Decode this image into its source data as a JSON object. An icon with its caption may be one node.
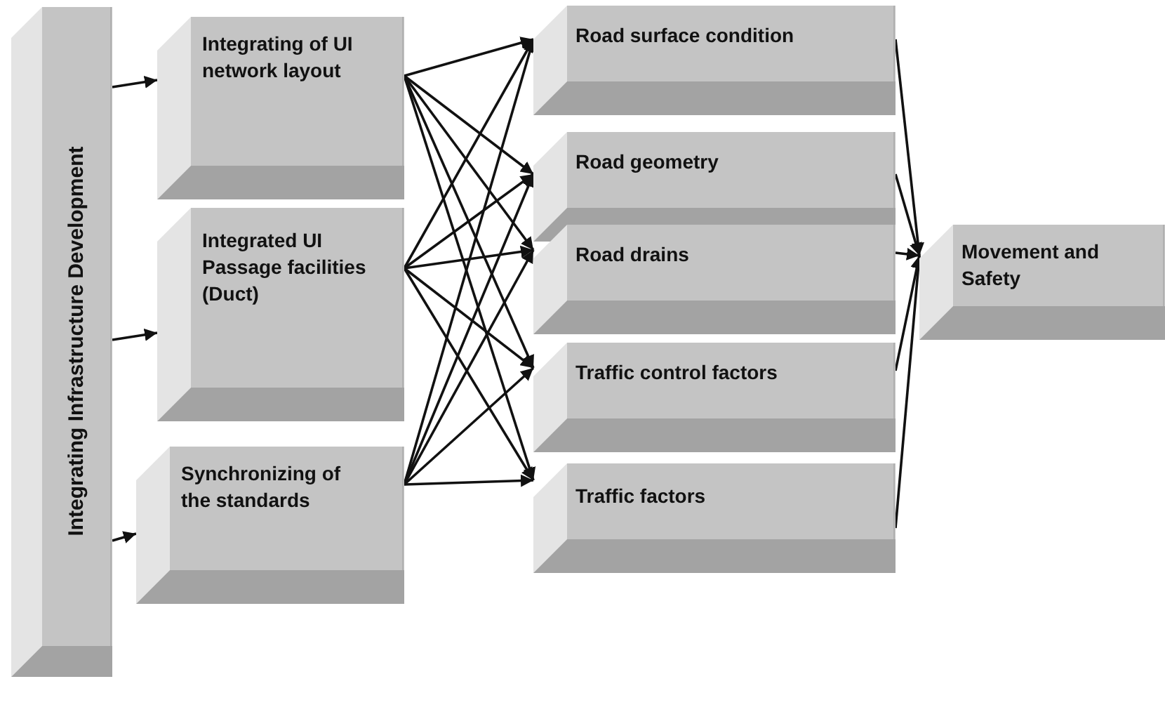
{
  "diagram": {
    "nodes": [
      {
        "text": [
          "Integrating Infrastructure Development"
        ]
      },
      {
        "text": [
          "Integrating of UI network layout"
        ]
      },
      {
        "text": [
          "Integrated UI Passage facilities (Duct)"
        ]
      },
      {
        "text": [
          "Synchronizing of the standards"
        ]
      },
      {
        "text": [
          "Road surface condition"
        ]
      },
      {
        "text": [
          "Road geometry"
        ]
      },
      {
        "text": [
          "Road drains"
        ]
      },
      {
        "text": [
          "Traffic control factors"
        ]
      },
      {
        "text": [
          "Traffic factors"
        ]
      },
      {
        "text": [
          "Movement and Safety"
        ]
      }
    ],
    "edges": [
      {
        "from": 0,
        "to": 1,
        "arrow": "to"
      },
      {
        "from": 0,
        "to": 2,
        "arrow": "to"
      },
      {
        "from": 0,
        "to": 3,
        "arrow": "to"
      },
      {
        "from": 1,
        "to": 4,
        "arrow": "to"
      },
      {
        "from": 1,
        "to": 5,
        "arrow": "to"
      },
      {
        "from": 1,
        "to": 6,
        "arrow": "to"
      },
      {
        "from": 1,
        "to": 7,
        "arrow": "to"
      },
      {
        "from": 1,
        "to": 8,
        "arrow": "to"
      },
      {
        "from": 2,
        "to": 4,
        "arrow": "to"
      },
      {
        "from": 2,
        "to": 5,
        "arrow": "to"
      },
      {
        "from": 2,
        "to": 6,
        "arrow": "to"
      },
      {
        "from": 2,
        "to": 7,
        "arrow": "to"
      },
      {
        "from": 2,
        "to": 8,
        "arrow": "to"
      },
      {
        "from": 3,
        "to": 4,
        "arrow": "to"
      },
      {
        "from": 3,
        "to": 5,
        "arrow": "to"
      },
      {
        "from": 3,
        "to": 6,
        "arrow": "to"
      },
      {
        "from": 3,
        "to": 7,
        "arrow": "to"
      },
      {
        "from": 3,
        "to": 8,
        "arrow": "to"
      },
      {
        "from": 4,
        "to": 9,
        "arrow": "to"
      },
      {
        "from": 5,
        "to": 9,
        "arrow": "to"
      },
      {
        "from": 6,
        "to": 9,
        "arrow": "to"
      },
      {
        "from": 7,
        "to": 9,
        "arrow": "to"
      },
      {
        "from": 8,
        "to": 9,
        "arrow": "to"
      }
    ]
  }
}
